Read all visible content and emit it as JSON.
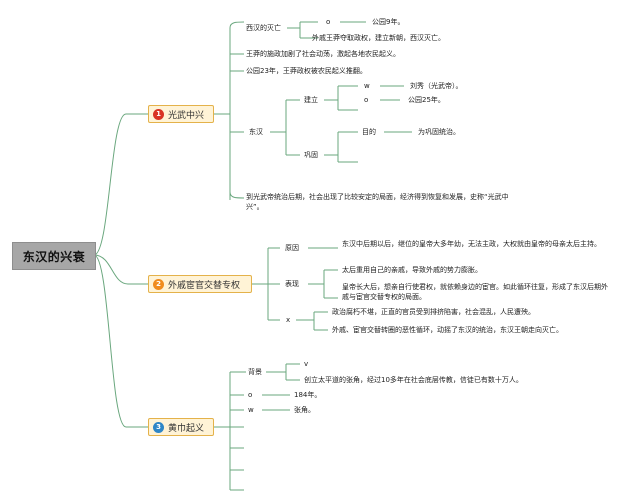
{
  "root": {
    "title": "东汉的兴衰"
  },
  "colors": {
    "line": "#6aa77e",
    "badge1": "#d93324",
    "badge2": "#f08c1e",
    "badge3": "#2e86c7",
    "branch_fill": "#fff3d6",
    "branch_border": "#e4b24a"
  },
  "branch1": {
    "number": "1",
    "label": "光武中兴",
    "xihan_fall": {
      "label": "西汉的灭亡",
      "sub1_marker": "o",
      "sub1_text": "公园9年。",
      "sub2_text": "外戚王莽夺取政权，建立新朝，西汉灭亡。"
    },
    "item2": "王莽的施政加剧了社会动荡，激起各地农民起义。",
    "item3": "公园23年，王莽政权被农民起义推翻。",
    "donghan": {
      "label": "东汉",
      "jianli": {
        "label": "建立",
        "a_marker": "w",
        "a_text": "刘秀（光武帝）。",
        "b_marker": "o",
        "b_text": "公园25年。"
      },
      "gonggu": {
        "label": "巩固",
        "mudi_label": "目的",
        "mudi_text": "为巩固统治。"
      }
    },
    "summary": "到光武帝统治后期，社会出现了比较安定的局面，经济得到恢复和发展，史称“光武中兴”。"
  },
  "branch2": {
    "number": "2",
    "label": "外戚宦官交替专权",
    "yuanyin": {
      "label": "原因",
      "text": "东汉中后期以后，继位的皇帝大多年幼，无法主政，大权就由皇帝的母亲太后主持。"
    },
    "biaoxian": {
      "label": "表现",
      "t1": "太后重用自己的亲戚，导致外戚的势力膨胀。",
      "t2": "皇帝长大后，想亲自行使君权，就依赖身边的宦官。如此循环往复，形成了东汉后期外戚与宦官交替专权的局面。"
    },
    "x": {
      "marker": "x",
      "t1": "政治腐朽不堪，正直的官员受到排挤陷害，社会混乱，人民遭殃。",
      "t2": "外戚、宦官交替转圈的恶性循环，动摇了东汉的统治，东汉王朝走向灭亡。"
    }
  },
  "branch3": {
    "number": "3",
    "label": "黄巾起义",
    "beijing": {
      "label": "背景",
      "v_marker": "v",
      "text": "创立太平道的张角，经过10多年在社会底层传教，信徒已有数十万人。"
    },
    "o_marker": "o",
    "o_text": "184年。",
    "w_marker": "w",
    "w_text": "张角。"
  }
}
